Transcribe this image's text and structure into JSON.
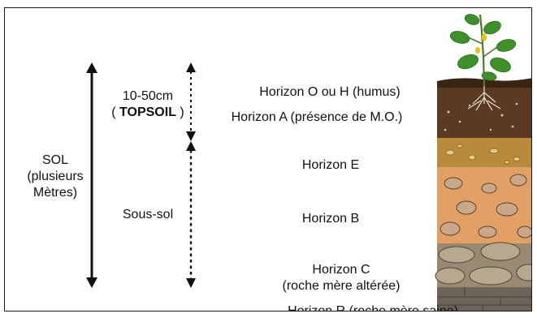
{
  "sol": {
    "line1": "SOL",
    "line2": "(plusieurs",
    "line3": "Mètres)"
  },
  "topsoil": {
    "line1": "10-50cm",
    "open": "( ",
    "bold": "TOPSOIL",
    "close": " )"
  },
  "soussol": {
    "label": "Sous-sol"
  },
  "horizons": {
    "o": "Horizon O ou H (humus)",
    "a": "Horizon A (présence de M.O.)",
    "e": "Horizon E",
    "b": "Horizon B",
    "c_line1": "Horizon C",
    "c_line2": "(roche mère altérée)",
    "r": "Horizon R (roche mère saine)"
  },
  "colors": {
    "arrow": "#111111",
    "humus": "#3a2414",
    "horizon_a": "#5a3a22",
    "horizon_e": "#b88a3c",
    "horizon_b": "#e2a064",
    "horizon_c": "#9a8a74",
    "horizon_r": "#6c6458",
    "leaf": "#3f8f2a",
    "flower": "#e6c21a"
  }
}
